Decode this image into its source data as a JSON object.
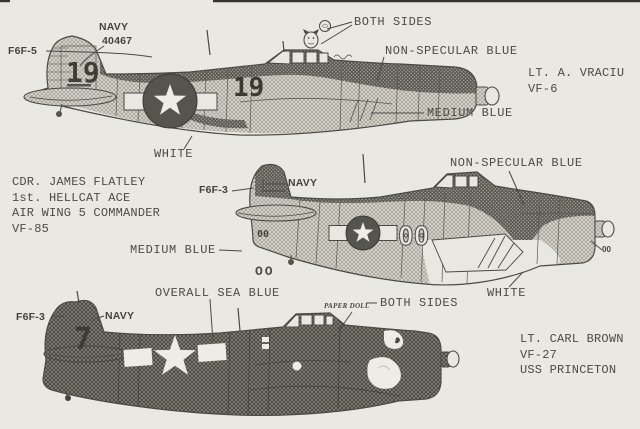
{
  "colors": {
    "paper": "#eae8e2",
    "ink": "#4a4943"
  },
  "a1": {
    "type": "F6F-5",
    "navy": "NAVY",
    "serial": "40467",
    "both_sides": "BOTH SIDES",
    "non_specular": "NON-SPECULAR BLUE",
    "medium_blue": "MEDIUM BLUE",
    "white": "WHITE",
    "tail_code": "19",
    "fuselage_code": "19",
    "pilot_name": "LT. A. VRACIU",
    "pilot_unit": "VF-6"
  },
  "a2": {
    "type": "F6F-3",
    "navy": "NAVY",
    "non_specular": "NON-SPECULAR BLUE",
    "medium_blue": "MEDIUM BLUE",
    "white": "WHITE",
    "fuselage_code": "00",
    "tail_code_small": "00",
    "cowl_code": "00",
    "below_tail_code": "OO",
    "pilot_name": "CDR. JAMES FLATLEY",
    "pilot_line2": "1st. HELLCAT ACE",
    "pilot_line3": "AIR WING 5 COMMANDER",
    "pilot_unit": "VF-85"
  },
  "a3": {
    "type": "F6F-3",
    "navy": "NAVY",
    "overall": "OVERALL SEA BLUE",
    "nose_art": "PAPER DOLL",
    "both_sides": "BOTH SIDES",
    "tail_code": "7",
    "pilot_name": "LT. CARL BROWN",
    "pilot_unit": "VF-27",
    "pilot_ship": "USS PRINCETON"
  }
}
